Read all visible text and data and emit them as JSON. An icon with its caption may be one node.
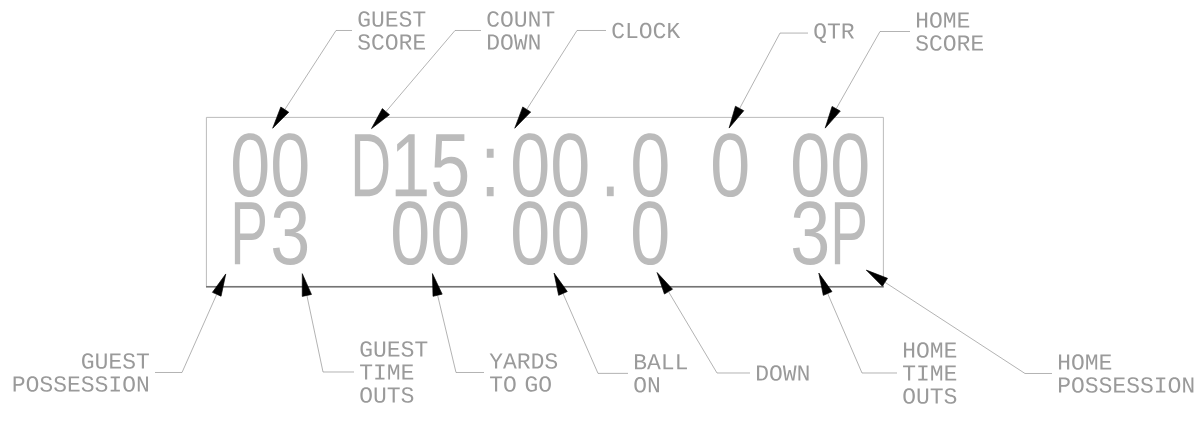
{
  "diagram": {
    "nodes": [
      {
        "text": [
          "GUEST SCORE"
        ]
      },
      {
        "text": [
          "COUNT DOWN"
        ]
      },
      {
        "text": [
          "CLOCK"
        ]
      },
      {
        "text": [
          "QTR"
        ]
      },
      {
        "text": [
          "HOME SCORE"
        ]
      },
      {
        "text": [],
        "shape": "box"
      },
      {
        "text": [
          "00"
        ],
        "in": 5
      },
      {
        "text": [
          "D"
        ],
        "in": 5
      },
      {
        "text": [
          "15:00.0"
        ],
        "in": 5
      },
      {
        "text": [
          "0"
        ],
        "in": 5
      },
      {
        "text": [
          "00"
        ],
        "in": 5
      },
      {
        "text": [
          "P"
        ],
        "in": 5
      },
      {
        "text": [
          "3"
        ],
        "in": 5
      },
      {
        "text": [
          "00"
        ],
        "in": 5
      },
      {
        "text": [
          "00"
        ],
        "in": 5
      },
      {
        "text": [
          "0"
        ],
        "in": 5
      },
      {
        "text": [
          "3"
        ],
        "in": 5
      },
      {
        "text": [
          "P"
        ],
        "in": 5
      },
      {
        "text": [
          "GUEST POSSESSION"
        ]
      },
      {
        "text": [
          "GUEST TIME OUTS"
        ]
      },
      {
        "text": [
          "YARDS TO GO"
        ]
      },
      {
        "text": [
          "BALL ON"
        ]
      },
      {
        "text": [
          "DOWN"
        ]
      },
      {
        "text": [
          "HOME TIME OUTS"
        ]
      },
      {
        "text": [
          "HOME POSSESSION"
        ]
      }
    ],
    "edges": [
      {
        "from": 0,
        "to": 6,
        "arrow": "to"
      },
      {
        "from": 1,
        "to": 7,
        "arrow": "to"
      },
      {
        "from": 2,
        "to": 8,
        "arrow": "to"
      },
      {
        "from": 3,
        "to": 9,
        "arrow": "to"
      },
      {
        "from": 4,
        "to": 10,
        "arrow": "to"
      },
      {
        "from": 18,
        "to": 11,
        "arrow": "to"
      },
      {
        "from": 19,
        "to": 12,
        "arrow": "to"
      },
      {
        "from": 20,
        "to": 13,
        "arrow": "to"
      },
      {
        "from": 21,
        "to": 14,
        "arrow": "to"
      },
      {
        "from": 22,
        "to": 15,
        "arrow": "to"
      },
      {
        "from": 23,
        "to": 16,
        "arrow": "to"
      },
      {
        "from": 24,
        "to": 17,
        "arrow": "to"
      }
    ]
  }
}
